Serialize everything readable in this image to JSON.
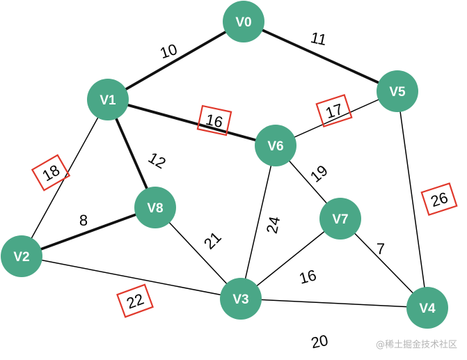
{
  "graph": {
    "nodes": [
      {
        "id": "V0",
        "label": "V0"
      },
      {
        "id": "V1",
        "label": "V1"
      },
      {
        "id": "V2",
        "label": "V2"
      },
      {
        "id": "V3",
        "label": "V3"
      },
      {
        "id": "V4",
        "label": "V4"
      },
      {
        "id": "V5",
        "label": "V5"
      },
      {
        "id": "V6",
        "label": "V6"
      },
      {
        "id": "V7",
        "label": "V7"
      },
      {
        "id": "V8",
        "label": "V8"
      }
    ],
    "edges": [
      {
        "from": "V0",
        "to": "V1",
        "weight": "10",
        "bold": true,
        "boxed": false
      },
      {
        "from": "V0",
        "to": "V5",
        "weight": "11",
        "bold": true,
        "boxed": false
      },
      {
        "from": "V1",
        "to": "V6",
        "weight": "16",
        "bold": true,
        "boxed": true
      },
      {
        "from": "V1",
        "to": "V8",
        "weight": "12",
        "bold": true,
        "boxed": false
      },
      {
        "from": "V1",
        "to": "V2",
        "weight": "18",
        "bold": false,
        "boxed": true
      },
      {
        "from": "V5",
        "to": "V6",
        "weight": "17",
        "bold": false,
        "boxed": true
      },
      {
        "from": "V5",
        "to": "V4",
        "weight": "26",
        "bold": false,
        "boxed": true
      },
      {
        "from": "V8",
        "to": "V2",
        "weight": "8",
        "bold": true,
        "boxed": false
      },
      {
        "from": "V8",
        "to": "V3",
        "weight": "21",
        "bold": false,
        "boxed": false
      },
      {
        "from": "V6",
        "to": "V7",
        "weight": "19",
        "bold": false,
        "boxed": false
      },
      {
        "from": "V6",
        "to": "V3",
        "weight": "24",
        "bold": false,
        "boxed": false
      },
      {
        "from": "V2",
        "to": "V3",
        "weight": "22",
        "bold": false,
        "boxed": true
      },
      {
        "from": "V7",
        "to": "V3",
        "weight": "16",
        "bold": false,
        "boxed": false
      },
      {
        "from": "V7",
        "to": "V4",
        "weight": "7",
        "bold": false,
        "boxed": false
      },
      {
        "from": "V3",
        "to": "V4",
        "weight": "20",
        "bold": false,
        "boxed": false
      }
    ]
  },
  "colors": {
    "node_fill": "#4aa787",
    "node_text": "#ffffff",
    "edge": "#000000",
    "highlight_box": "#e0382b",
    "watermark": "#b5b5b5"
  },
  "watermark": "@稀土掘金技术社区"
}
